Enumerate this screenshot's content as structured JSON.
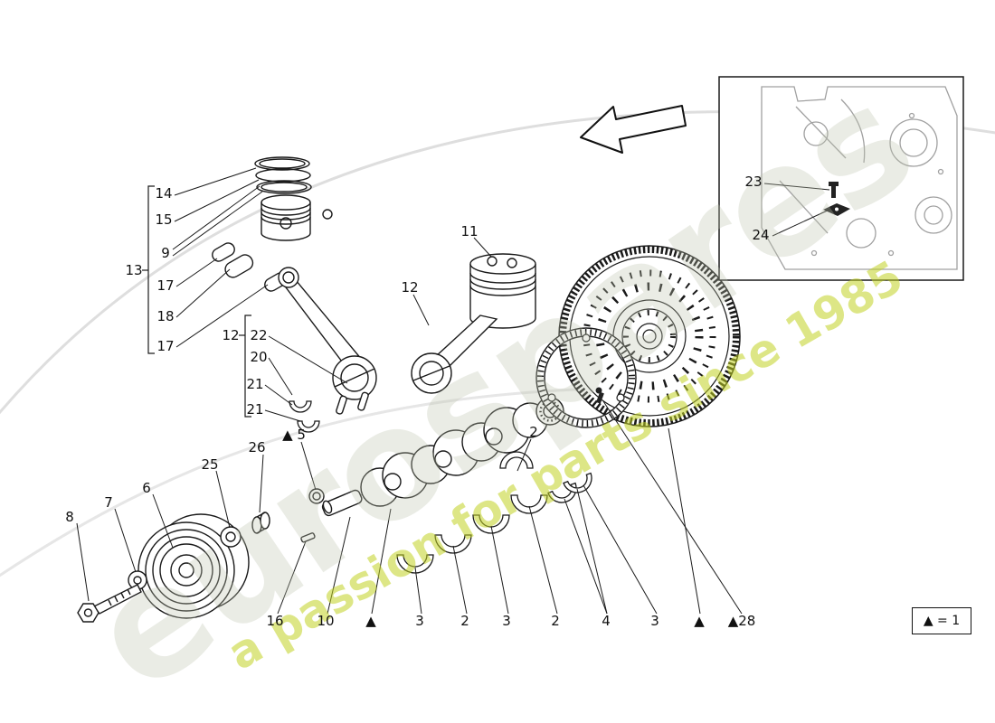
{
  "watermark": {
    "brand": "eurospares",
    "tagline": "a passion for parts since 1985"
  },
  "legend": {
    "text": "▲ = 1"
  },
  "colors": {
    "line": "#1a1a1a",
    "tagline_green": "#c3d425",
    "brand_gray": "#b9c1aa",
    "swoosh_gray": "#dedede",
    "background": "#ffffff"
  },
  "callouts": {
    "c14": "14",
    "c15": "15",
    "c9": "9",
    "c13": "13",
    "c17a": "17",
    "c18": "18",
    "c17b": "17",
    "c12a": "12",
    "c22": "22",
    "c20": "20",
    "c21a": "21",
    "c21b": "21",
    "c11": "11",
    "c12b": "12",
    "c23": "23",
    "c24": "24",
    "c8": "8",
    "c7": "7",
    "c6": "6",
    "c25": "25",
    "c26": "26",
    "c5": "▲ 5",
    "c2mid": "2",
    "c16": "16",
    "c10": "10",
    "ct1": "▲",
    "c3a": "3",
    "c2a": "2",
    "c3b": "3",
    "c2b": "2",
    "c4": "4",
    "c3c": "3",
    "ct2": "▲",
    "c28": "▲28"
  }
}
